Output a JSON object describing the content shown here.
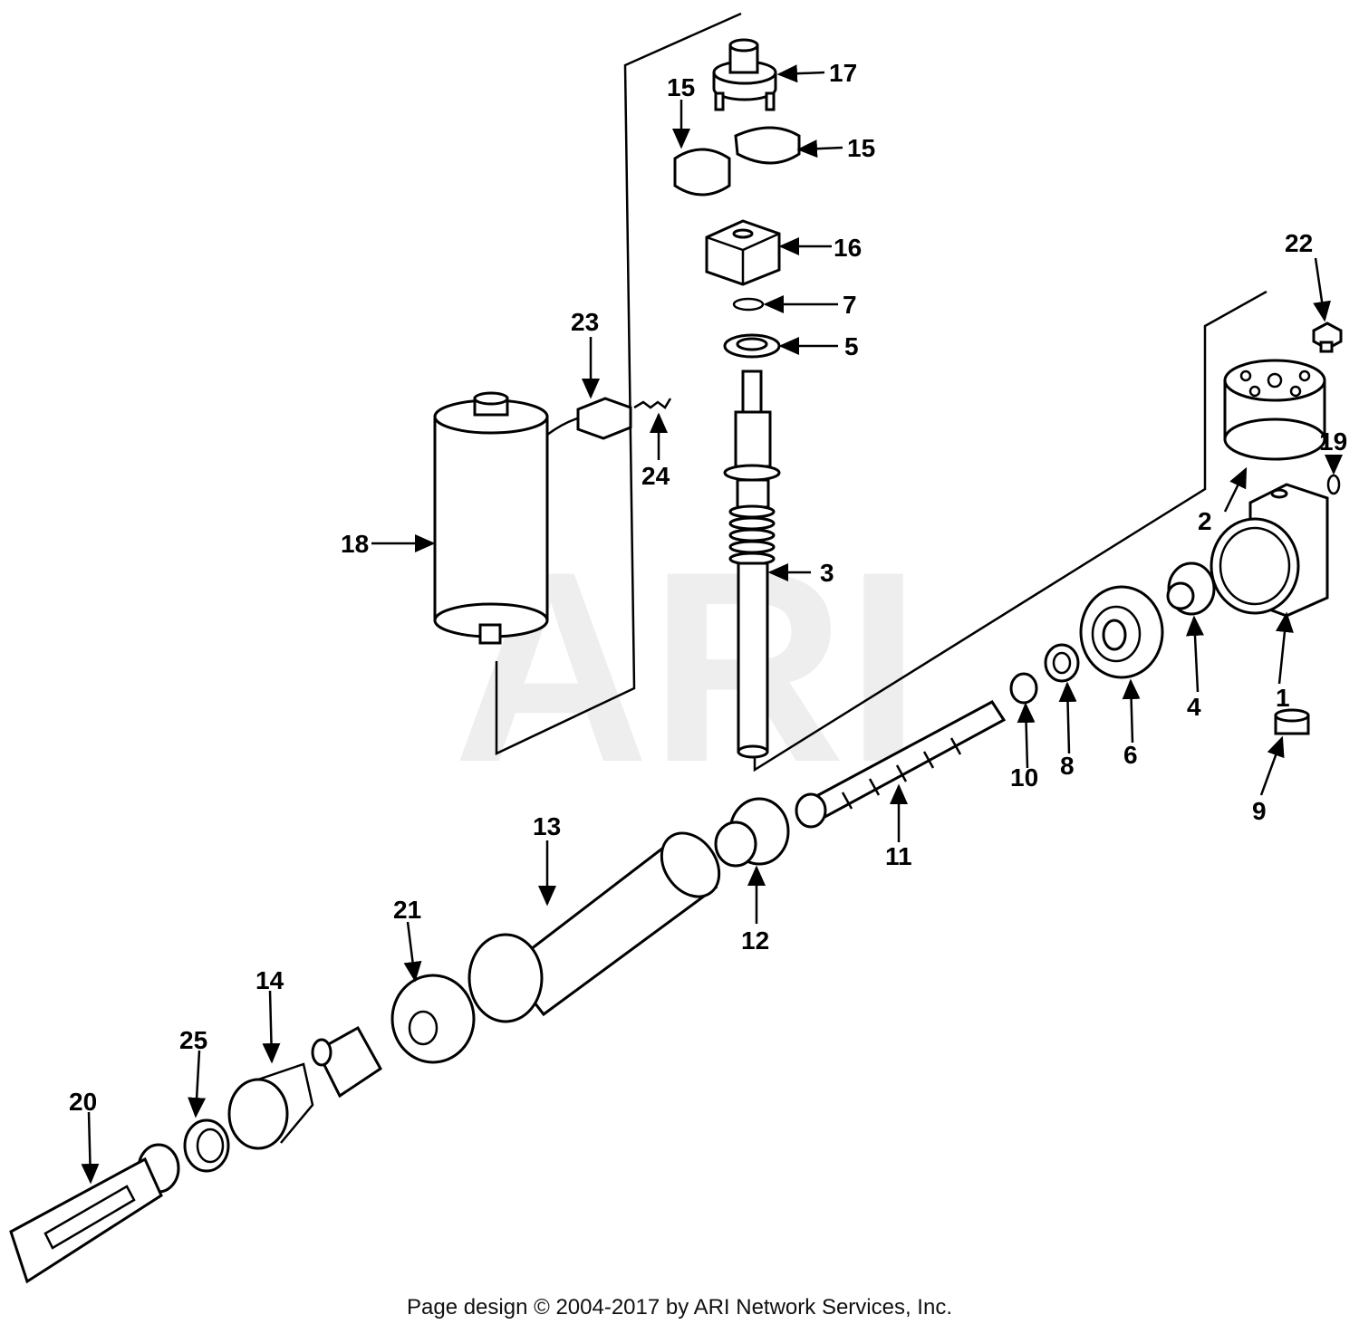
{
  "watermark": "ARI",
  "callouts": [
    "1",
    "2",
    "3",
    "4",
    "5",
    "6",
    "7",
    "8",
    "9",
    "10",
    "11",
    "12",
    "13",
    "14",
    "15",
    "15",
    "16",
    "17",
    "18",
    "19",
    "20",
    "21",
    "22",
    "23",
    "24",
    "25"
  ],
  "footer": "Page design © 2004-2017 by ARI Network Services, Inc."
}
